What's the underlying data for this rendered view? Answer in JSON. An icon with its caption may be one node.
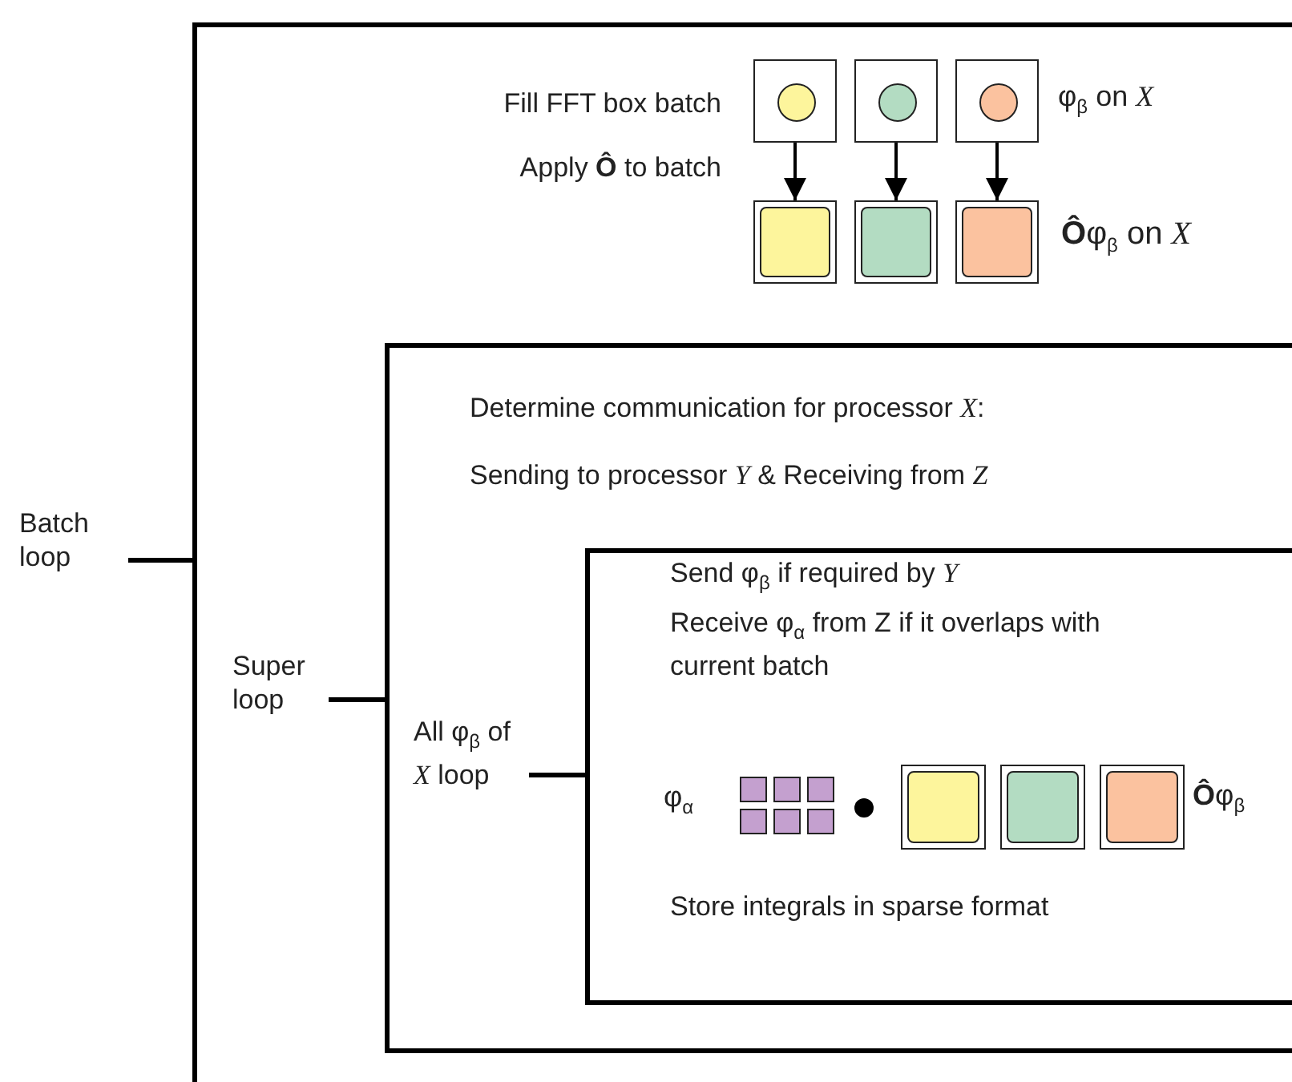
{
  "diagram": {
    "nodes": [
      {
        "text": [
          "Batch loop"
        ]
      },
      {
        "text": [],
        "shape": "box",
        "in": 0,
        "beside": [
          "Fill FFT box batch"
        ]
      },
      {
        "text": [],
        "shape": "box",
        "in": 0
      },
      {
        "text": [],
        "shape": "box",
        "in": 0,
        "beside": [
          "φ$_{β}$ on *X*"
        ]
      },
      {
        "text": [],
        "shape": "box",
        "in": 0
      },
      {
        "text": [],
        "shape": "box",
        "in": 0
      },
      {
        "text": [],
        "shape": "box",
        "in": 0,
        "beside": [
          "**Ô**φ$_{β}$ on *X*"
        ]
      },
      {
        "text": [
          "Super loop"
        ],
        "in": 0
      },
      {
        "text": [
          "All φ$_{β}$ of *X* loop"
        ],
        "in": 7
      },
      {
        "text": [],
        "shape": "box",
        "in": 8
      },
      {
        "text": [],
        "shape": "box",
        "in": 8
      },
      {
        "text": [],
        "shape": "box",
        "in": 8,
        "beside": [
          "**Ô**φ$_{β}$"
        ]
      }
    ],
    "edges": [
      {
        "from": 1,
        "to": 4,
        "arrow": "to"
      },
      {
        "from": 2,
        "to": 5,
        "arrow": "to"
      },
      {
        "from": 3,
        "to": 6,
        "arrow": "to"
      }
    ],
    "labels": [
      "Apply **Ô** to batch",
      "Determine communication for processor *X*:",
      "Sending to processor *Y* & Receiving from *Z*",
      "Send φ$_{β}$ if required by *Y*",
      "Receive φ$_{α}$ from Z if it overlaps with current batch",
      "φ$_{α}$",
      "Store integrals in sparse format"
    ]
  }
}
